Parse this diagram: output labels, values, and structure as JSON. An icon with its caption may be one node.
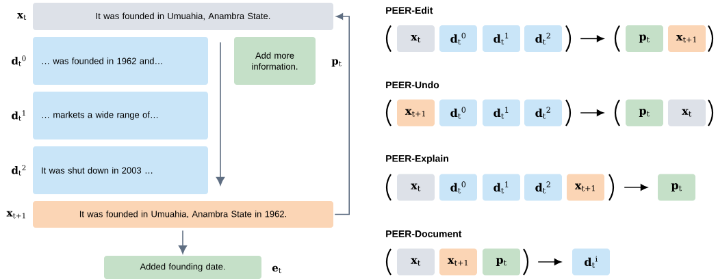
{
  "diagram": {
    "nodes": [
      {
        "text": [
          "It was founded in Umuahia, Anambra State."
        ],
        "beside": [
          "**x**$_{t}$"
        ]
      },
      {
        "text": [
          "… was founded in 1962 and…"
        ],
        "beside": [
          "**d**$_{t}$$^{0}$"
        ]
      },
      {
        "text": [
          "… markets a wide range of…"
        ],
        "beside": [
          "**d**$_{t}$$^{1}$"
        ]
      },
      {
        "text": [
          "It was shut down in 2003 …"
        ],
        "beside": [
          "**d**$_{t}$$^{2}$"
        ]
      },
      {
        "text": [
          "Add more information."
        ],
        "beside": [
          "**p**$_{t}$"
        ]
      },
      {
        "text": [
          "It was founded in Umuahia, Anambra State in 1962."
        ],
        "beside": [
          "**x**$_{t+1}$"
        ]
      },
      {
        "text": [
          "Added founding date."
        ],
        "beside": [
          "**e**$_{t}$"
        ]
      },
      {
        "text": [
          "**x**$_{t}$"
        ]
      },
      {
        "text": [
          "**d**$_{t}$$^{0}$"
        ]
      },
      {
        "text": [
          "**d**$_{t}$$^{1}$"
        ]
      },
      {
        "text": [
          "**d**$_{t}$$^{2}$"
        ]
      },
      {
        "text": [
          "**p**$_{t}$"
        ]
      },
      {
        "text": [
          "**x**$_{t+1}$"
        ]
      },
      {
        "text": [
          "**x**$_{t+1}$"
        ]
      },
      {
        "text": [
          "**d**$_{t}$$^{0}$"
        ]
      },
      {
        "text": [
          "**d**$_{t}$$^{1}$"
        ]
      },
      {
        "text": [
          "**d**$_{t}$$^{2}$"
        ]
      },
      {
        "text": [
          "**p**$_{t}$"
        ]
      },
      {
        "text": [
          "**x**$_{t}$"
        ]
      },
      {
        "text": [
          "**x**$_{t}$"
        ]
      },
      {
        "text": [
          "**d**$_{t}$$^{0}$"
        ]
      },
      {
        "text": [
          "**d**$_{t}$$^{1}$"
        ]
      },
      {
        "text": [
          "**d**$_{t}$$^{2}$"
        ]
      },
      {
        "text": [
          "**x**$_{t+1}$"
        ]
      },
      {
        "text": [
          "**p**$_{t}$"
        ]
      },
      {
        "text": [
          "**x**$_{t}$"
        ]
      },
      {
        "text": [
          "**x**$_{t+1}$"
        ]
      },
      {
        "text": [
          "**p**$_{t}$"
        ]
      },
      {
        "text": [
          "**d**$_{t}$$^{i}$"
        ]
      }
    ],
    "edges": [
      {
        "from": 5,
        "to": 0,
        "arrow": "to",
        "color": "#5f6e82"
      },
      {
        "from": null,
        "to": 5,
        "arrow": "to",
        "color": "#5f6e82"
      },
      {
        "from": 5,
        "to": 6,
        "arrow": "to",
        "color": "#5f6e82"
      },
      {
        "from": 10,
        "to": 11,
        "arrow": "to"
      },
      {
        "from": 16,
        "to": 17,
        "arrow": "to"
      },
      {
        "from": 23,
        "to": 24,
        "arrow": "to"
      },
      {
        "from": 27,
        "to": 28,
        "arrow": "to"
      }
    ],
    "labels": [
      "PEER-Edit",
      "PEER-Undo",
      "PEER-Explain",
      "PEER-Document"
    ]
  }
}
